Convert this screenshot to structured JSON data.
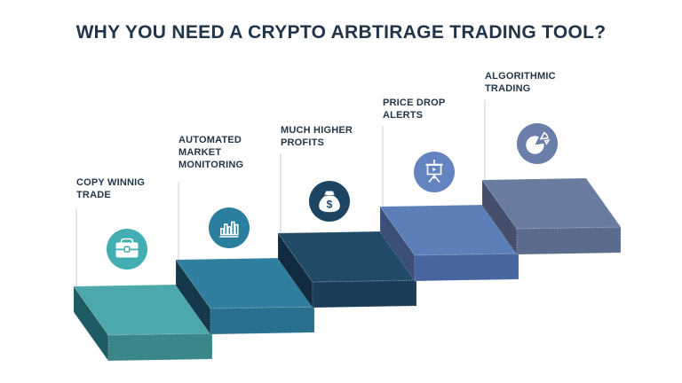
{
  "background": "#FFFFFF",
  "title": "WHY YOU NEED A CRYPTO ARBTIRAGE TRADING TOOL?",
  "title_color": "#20344A",
  "label_color": "#22374A",
  "connector_color": "#C7CDD6",
  "icon_glyph_color": "#FFFFFF",
  "steps": [
    {
      "label": "COPY WINNIG\nTRADE",
      "icon": "briefcase-icon",
      "colors": {
        "top": "#4CA8AA",
        "front": "#398789",
        "side": "#1E5C63",
        "badge": "#43AEB2"
      }
    },
    {
      "label": "AUTOMATED\nMARKET\nMONITORING",
      "icon": "bar-chart-icon",
      "colors": {
        "top": "#307F9E",
        "front": "#29708E",
        "side": "#15384A",
        "badge": "#2C7E9F"
      }
    },
    {
      "label": "MUCH HIGHER\nPROFITS",
      "icon": "money-bag-icon",
      "colors": {
        "top": "#1F4A68",
        "front": "#1A3E59",
        "side": "#122B3F",
        "badge": "#1D4563"
      }
    },
    {
      "label": "PRICE DROP\nALERTS",
      "icon": "presentation-board-icon",
      "colors": {
        "top": "#5C7FB9",
        "front": "#48659F",
        "side": "#3B4F79",
        "badge": "#6384C0"
      }
    },
    {
      "label": "ALGORITHMIC\nTRADING",
      "icon": "pie-chart-icon",
      "colors": {
        "top": "#697B9F",
        "front": "#5A6B8E",
        "side": "#454F6C",
        "badge": "#6B7EA9"
      }
    }
  ]
}
